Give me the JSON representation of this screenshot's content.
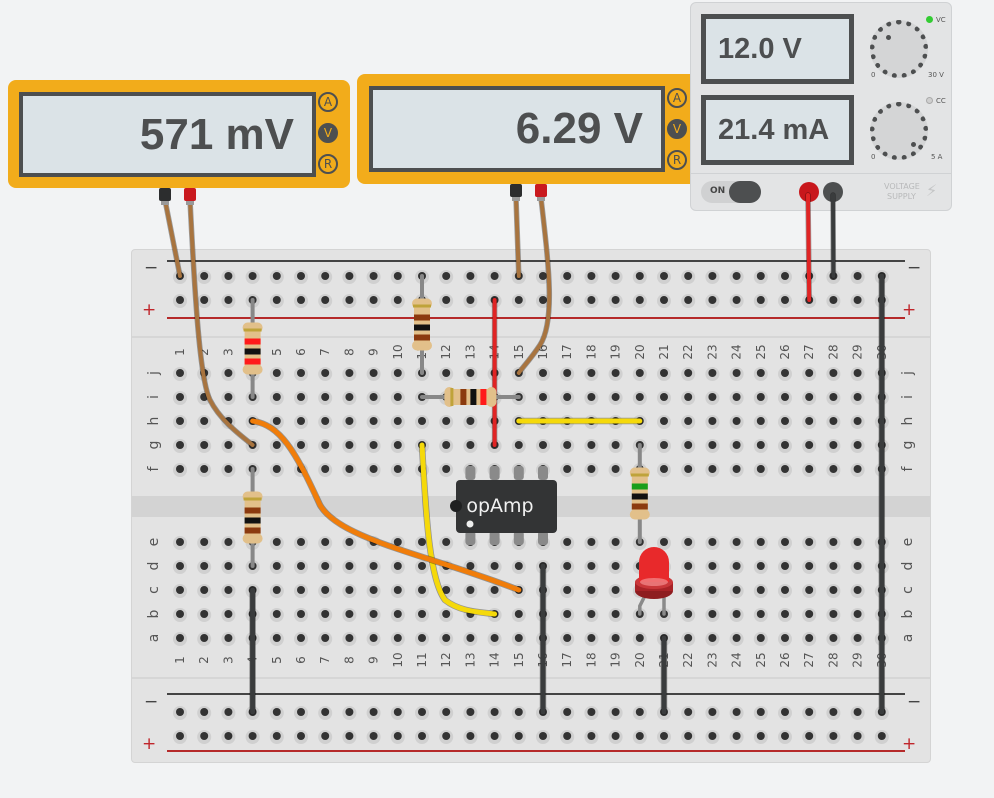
{
  "multimeters": [
    {
      "id": "meter-1",
      "reading": "571 mV",
      "modes": [
        "A",
        "V",
        "R"
      ],
      "active_mode": "V"
    },
    {
      "id": "meter-2",
      "reading": "6.29 V",
      "modes": [
        "A",
        "V",
        "R"
      ],
      "active_mode": "V"
    }
  ],
  "power_supply": {
    "voltage_display": "12.0 V",
    "current_display": "21.4 mA",
    "voltage_knob": {
      "min_label": "0",
      "max_label": "30 V",
      "indicator_label": "VC",
      "indicator_color": "#33cc33"
    },
    "current_knob": {
      "min_label": "0",
      "max_label": "5 A",
      "indicator_label": "CC",
      "indicator_color": "#cfcfcf"
    },
    "switch_label": "ON",
    "brand_line1": "VOLTAGE",
    "brand_line2": "SUPPLY"
  },
  "breadboard": {
    "columns": 30,
    "row_letters_top": [
      "j",
      "i",
      "h",
      "g",
      "f"
    ],
    "row_letters_bottom": [
      "e",
      "d",
      "c",
      "b",
      "a"
    ],
    "rail_minus": "−",
    "rail_plus": "+"
  },
  "components": {
    "opamp_label": "opAmp",
    "resistors": [
      {
        "name": "resistor-r1",
        "bands": [
          "#ff1a1a",
          "#111111",
          "#ff1a1a"
        ]
      },
      {
        "name": "resistor-r2",
        "bands": [
          "#8b3a0f",
          "#111111",
          "#8b3a0f"
        ]
      },
      {
        "name": "resistor-r3",
        "bands": [
          "#8b3a0f",
          "#111111",
          "#8b3a0f"
        ]
      },
      {
        "name": "resistor-r4",
        "bands": [
          "#8b3a0f",
          "#111111",
          "#ff1a1a"
        ]
      },
      {
        "name": "resistor-r5",
        "bands": [
          "#8b3a0f",
          "#111111",
          "#1a9e1a"
        ]
      }
    ],
    "led_color": "#e8292b"
  },
  "colors": {
    "meter_body": "#f2ac1b",
    "wire_red": "#e02424",
    "wire_black": "#3a3c3d",
    "wire_orange": "#f07d0a",
    "wire_yellow": "#f5d90a",
    "probe_wire": "#a8743f"
  }
}
